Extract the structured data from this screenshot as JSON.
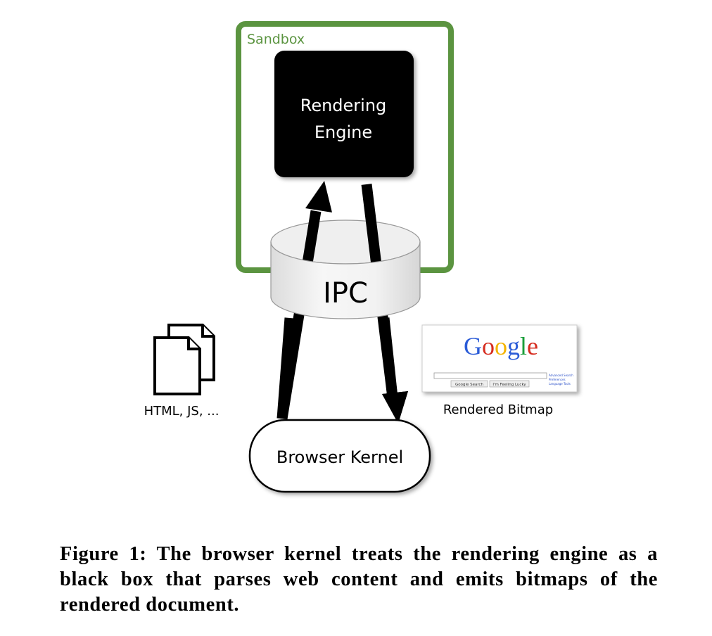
{
  "diagram": {
    "sandbox_label": "Sandbox",
    "rendering_engine_label": [
      "Rendering",
      "Engine"
    ],
    "ipc_label": "IPC",
    "documents_label": "HTML, JS, ...",
    "bitmap_label": "Rendered Bitmap",
    "browser_kernel_label": "Browser Kernel",
    "bitmap_thumbnail": {
      "logo": "Google",
      "buttons": [
        "Google Search",
        "I'm Feeling Lucky"
      ],
      "links": [
        "Advanced Search",
        "Preferences",
        "Language Tools"
      ]
    },
    "colors": {
      "sandbox": "#5b9440",
      "engine": "#000000",
      "arrow": "#000000"
    }
  },
  "caption": "Figure 1: The browser kernel treats the rendering engine as a black box that parses web content and emits bitmaps of the rendered document."
}
